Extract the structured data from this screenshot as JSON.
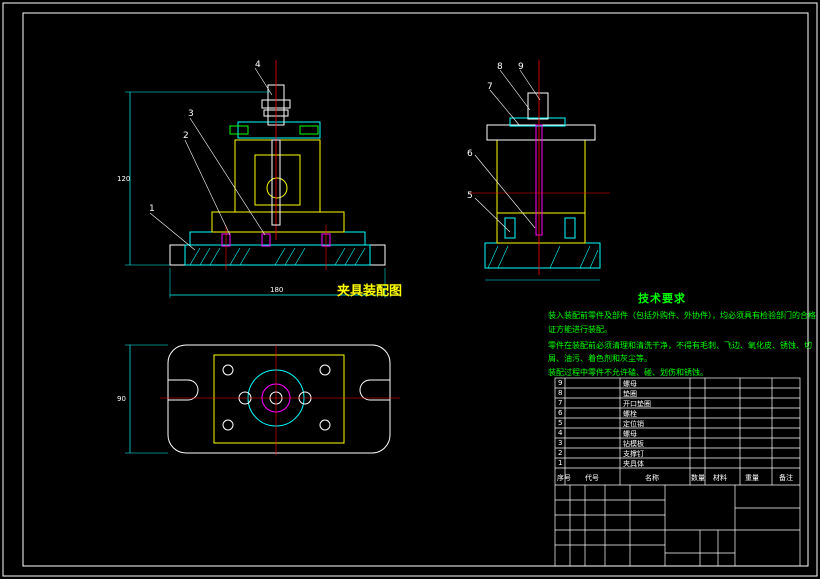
{
  "drawing_title": "夹具装配图",
  "tech_requirements": {
    "title": "技术要求",
    "lines": [
      "装入装配前零件及部件（包括外购件、外协件），均必须具有检验部门的合格",
      "证方能进行装配。",
      "零件在装配前必须清理和清洗干净，不得有毛刺、飞边、氧化皮、锈蚀、切",
      "屑、油污、着色剂和灰尘等。",
      "装配过程中零件不允许磕、碰、划伤和锈蚀。"
    ]
  },
  "callouts": [
    "1",
    "2",
    "3",
    "4",
    "5",
    "6",
    "7",
    "8",
    "9"
  ],
  "dims": {
    "height": "120",
    "width": "180",
    "height2": "90"
  },
  "bom_header": {
    "seq": "序号",
    "code": "代号",
    "name": "名称",
    "qty": "数量",
    "material": "材料",
    "weight": "重量",
    "remark": "备注"
  },
  "bom_rows": [
    {
      "seq": "9",
      "name": "螺母"
    },
    {
      "seq": "8",
      "name": "垫圈"
    },
    {
      "seq": "7",
      "name": "开口垫圈"
    },
    {
      "seq": "6",
      "name": "螺栓"
    },
    {
      "seq": "5",
      "name": "定位销"
    },
    {
      "seq": "4",
      "name": "螺母"
    },
    {
      "seq": "3",
      "name": "钻模板"
    },
    {
      "seq": "2",
      "name": "支撑钉"
    },
    {
      "seq": "1",
      "name": "夹具体"
    }
  ]
}
